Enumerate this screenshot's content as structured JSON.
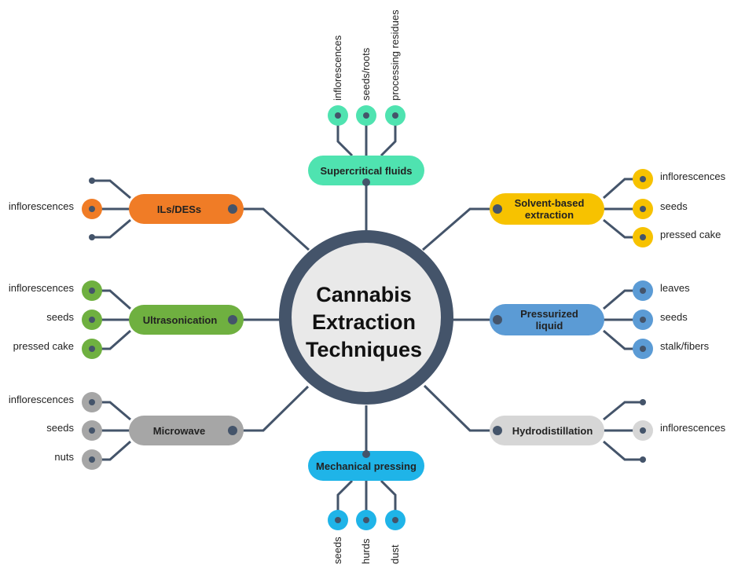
{
  "center": {
    "line1": "Cannabis",
    "line2": "Extraction",
    "line3": "Techniques"
  },
  "colors": {
    "connector": "#44546a",
    "ring": "#44546a",
    "supercritical": "#4fe3b0",
    "solvent": "#f7c200",
    "pressurized": "#5b9bd5",
    "hydrodistillation": "#d6d6d6",
    "mechanical": "#1fb4e8",
    "microwave": "#a6a6a6",
    "ultrasonication": "#6fb040",
    "ils": "#f07c26"
  },
  "nodes": {
    "supercritical": {
      "label": "Supercritical fluids",
      "leaves": [
        "inflorescences",
        "seeds/roots",
        "processing residues"
      ]
    },
    "solvent": {
      "label": "Solvent-based extraction",
      "leaves": [
        "inflorescences",
        "seeds",
        "pressed cake"
      ]
    },
    "pressurized": {
      "label": "Pressurized liquid",
      "leaves": [
        "leaves",
        "seeds",
        "stalk/fibers"
      ]
    },
    "hydrodistillation": {
      "label": "Hydrodistillation",
      "leaves": [
        "inflorescences"
      ]
    },
    "mechanical": {
      "label": "Mechanical pressing",
      "leaves": [
        "seeds",
        "hurds",
        "dust"
      ]
    },
    "microwave": {
      "label": "Microwave",
      "leaves": [
        "inflorescences",
        "seeds",
        "nuts"
      ]
    },
    "ultrasonication": {
      "label": "Ultrasonication",
      "leaves": [
        "inflorescences",
        "seeds",
        "pressed cake"
      ]
    },
    "ils": {
      "label": "ILs/DESs",
      "leaves": [
        "inflorescences"
      ]
    }
  }
}
